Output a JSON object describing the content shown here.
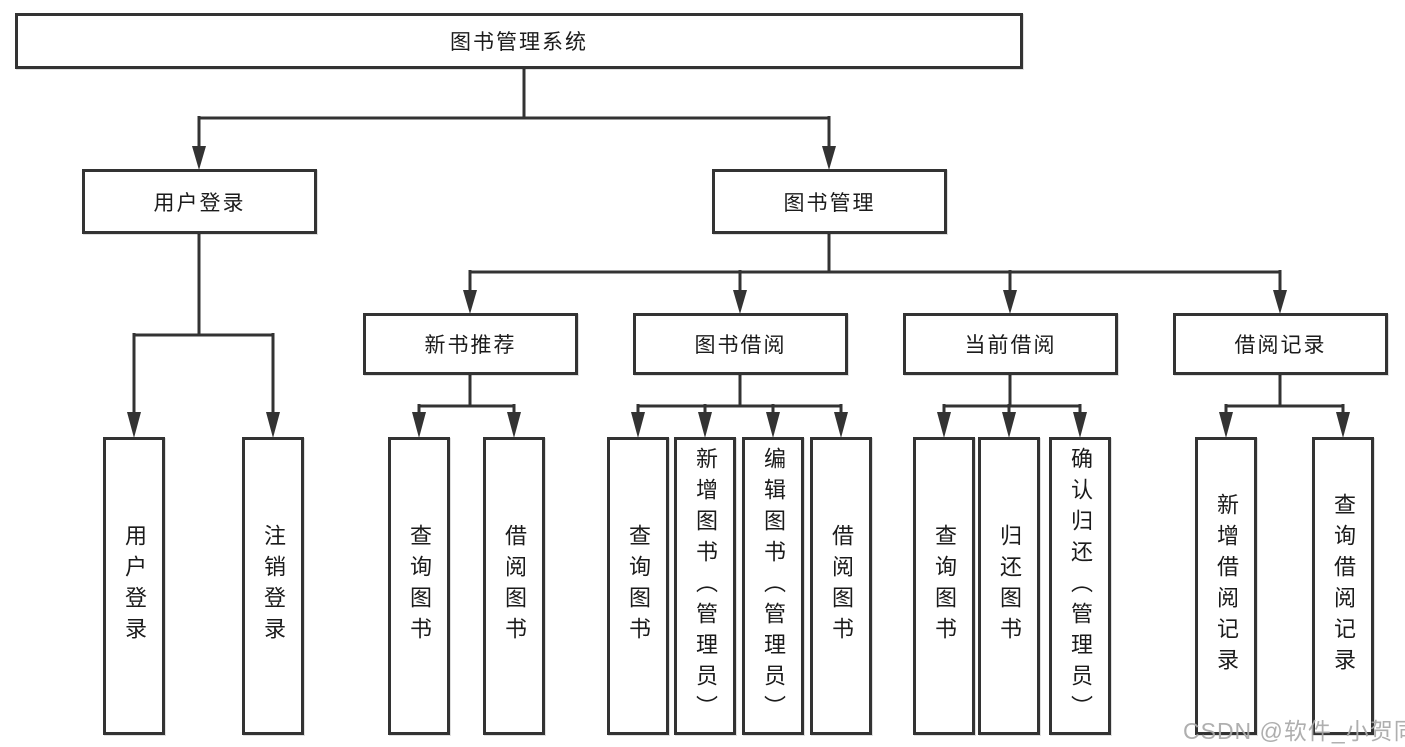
{
  "diagram": {
    "title": "图书管理系统",
    "root": {
      "label": "图书管理系统"
    },
    "level2": [
      {
        "label": "用户登录"
      },
      {
        "label": "图书管理"
      }
    ],
    "level3": [
      {
        "label": "新书推荐"
      },
      {
        "label": "图书借阅"
      },
      {
        "label": "当前借阅"
      },
      {
        "label": "借阅记录"
      }
    ],
    "leaves": [
      {
        "label": "用户登录",
        "parent": "用户登录"
      },
      {
        "label": "注销登录",
        "parent": "用户登录"
      },
      {
        "label": "查询图书",
        "parent": "新书推荐"
      },
      {
        "label": "借阅图书",
        "parent": "新书推荐"
      },
      {
        "label": "查询图书",
        "parent": "图书借阅"
      },
      {
        "label": "新增图书（管理员）",
        "parent": "图书借阅"
      },
      {
        "label": "编辑图书（管理员）",
        "parent": "图书借阅"
      },
      {
        "label": "借阅图书",
        "parent": "图书借阅"
      },
      {
        "label": "查询图书",
        "parent": "当前借阅"
      },
      {
        "label": "归还图书",
        "parent": "当前借阅"
      },
      {
        "label": "确认归还（管理员）",
        "parent": "当前借阅"
      },
      {
        "label": "新增借阅记录",
        "parent": "借阅记录"
      },
      {
        "label": "查询借阅记录",
        "parent": "借阅记录"
      }
    ]
  },
  "watermark": {
    "text": "CSDN @软件_小贺同学"
  },
  "colors": {
    "line": "#333333",
    "box_border": "#333333",
    "text": "#1b1b1b",
    "watermark": "#a8a8a8",
    "background": "#ffffff"
  }
}
